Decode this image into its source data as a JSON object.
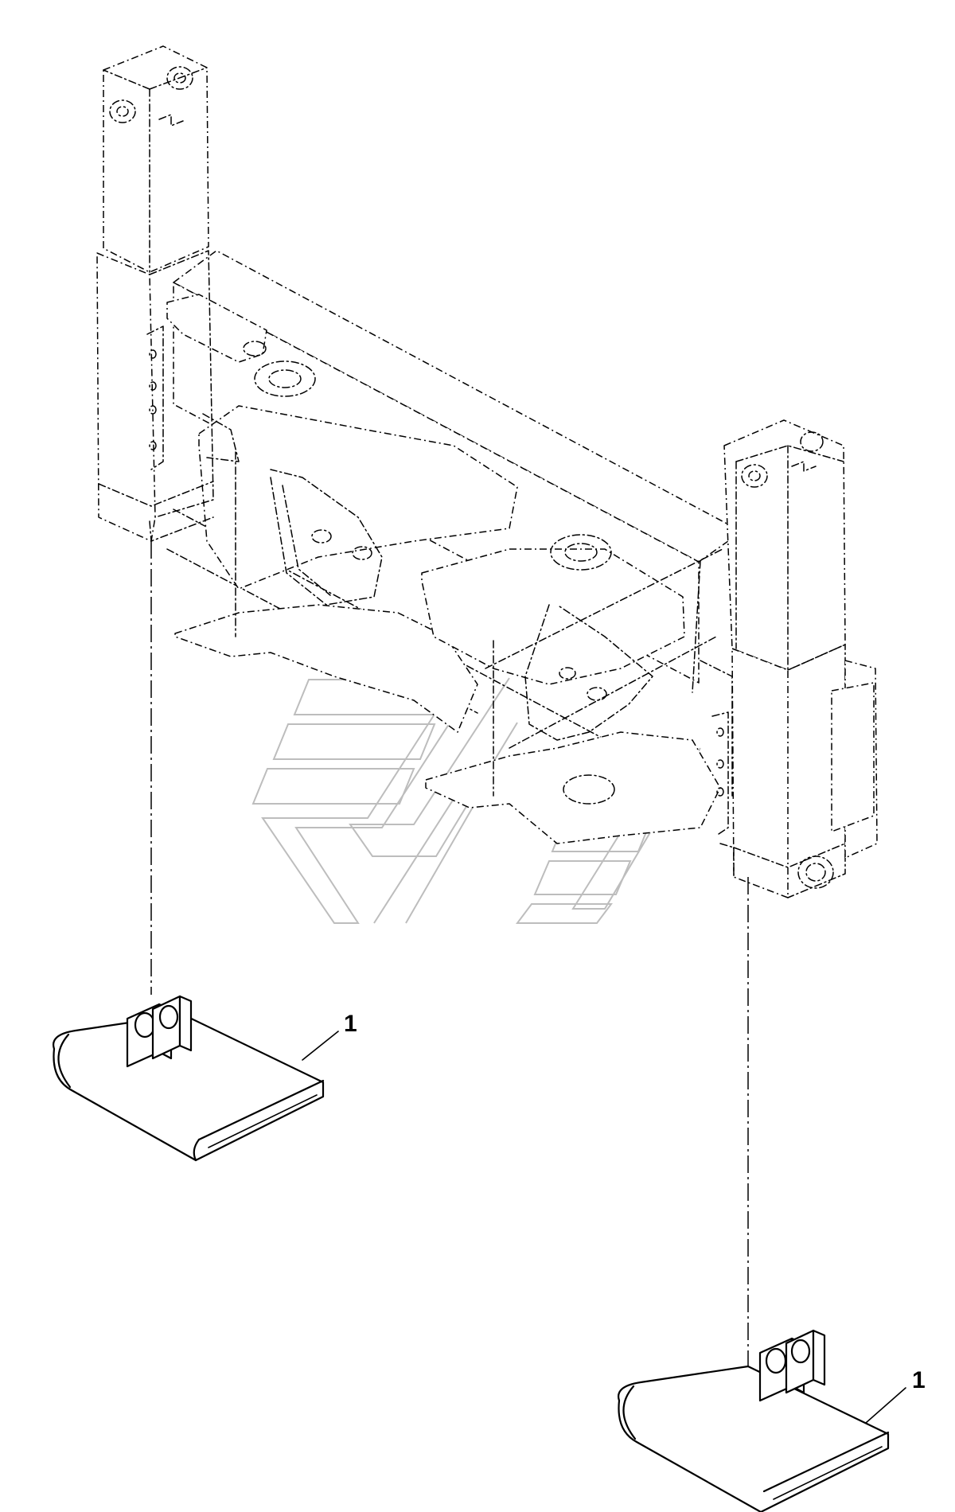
{
  "callouts": [
    {
      "number": "1"
    },
    {
      "number": "1"
    }
  ],
  "icons": {
    "watermark": "interlocking-chevron-logo",
    "part": "feeler-pad-with-clevis"
  }
}
